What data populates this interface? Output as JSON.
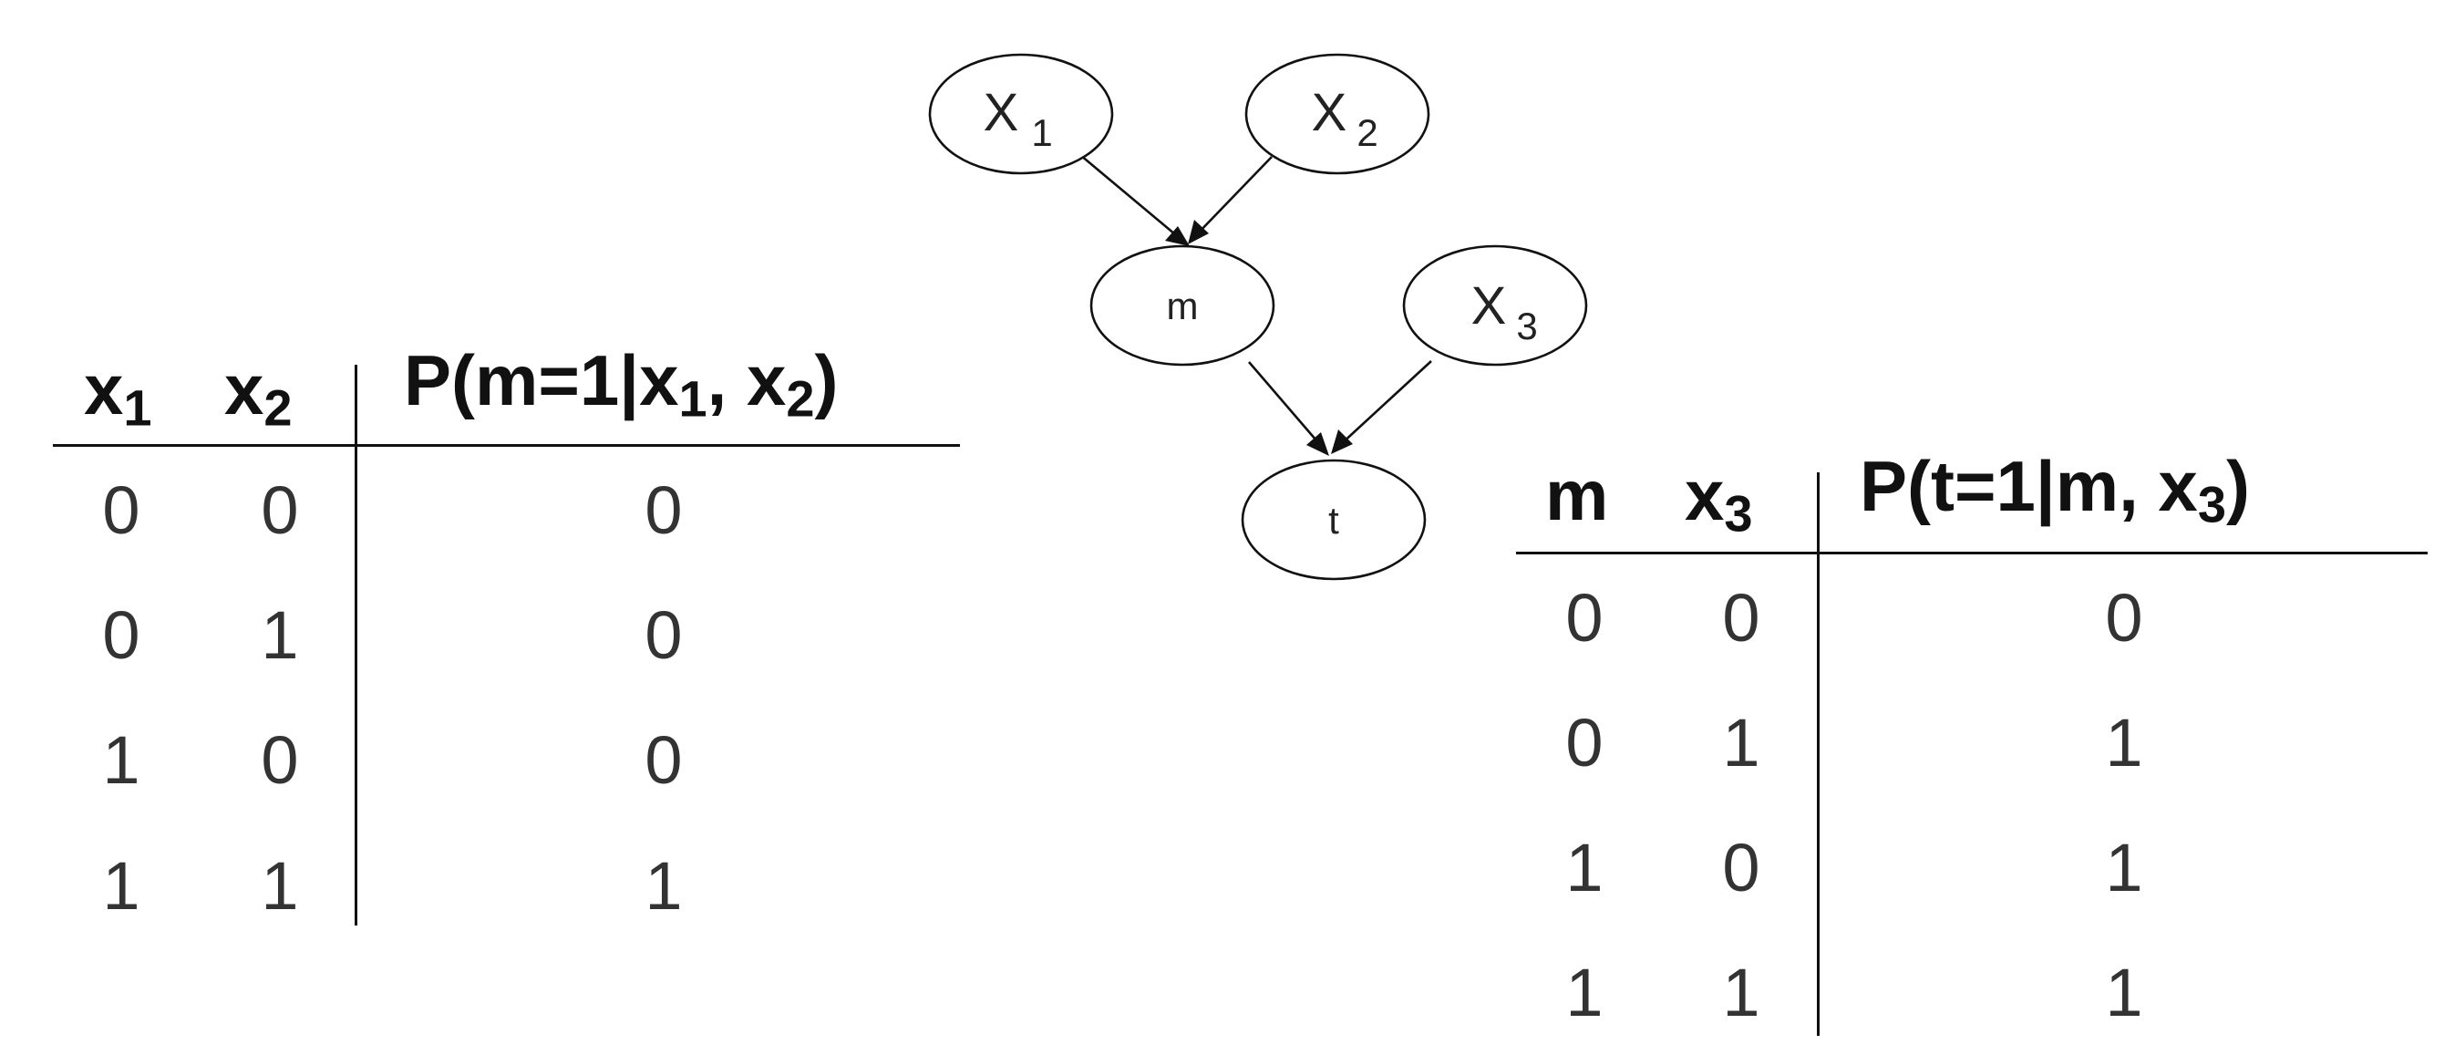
{
  "graph": {
    "nodes": [
      {
        "id": "x1",
        "label": "X",
        "sub": "1"
      },
      {
        "id": "x2",
        "label": "X",
        "sub": "2"
      },
      {
        "id": "m",
        "label": "m",
        "sub": ""
      },
      {
        "id": "x3",
        "label": "X",
        "sub": "3"
      },
      {
        "id": "t",
        "label": "t",
        "sub": ""
      }
    ],
    "edges": [
      {
        "from": "x1",
        "to": "m"
      },
      {
        "from": "x2",
        "to": "m"
      },
      {
        "from": "m",
        "to": "t"
      },
      {
        "from": "x3",
        "to": "t"
      }
    ]
  },
  "table_m": {
    "headers": [
      {
        "main": "x",
        "sub": "1",
        "tail": ""
      },
      {
        "main": "x",
        "sub": "2",
        "tail": ""
      },
      {
        "main": "P(m=1|x",
        "sub": "1",
        "mid": ", x",
        "sub2": "2",
        "tail": ")"
      }
    ],
    "rows": [
      [
        "0",
        "0",
        "0"
      ],
      [
        "0",
        "1",
        "0"
      ],
      [
        "1",
        "0",
        "0"
      ],
      [
        "1",
        "1",
        "1"
      ]
    ]
  },
  "table_t": {
    "headers": [
      {
        "main": "m",
        "sub": "",
        "tail": ""
      },
      {
        "main": "x",
        "sub": "3",
        "tail": ""
      },
      {
        "main": "P(t=1|m, x",
        "sub": "3",
        "tail": ")"
      }
    ],
    "rows": [
      [
        "0",
        "0",
        "0"
      ],
      [
        "0",
        "1",
        "1"
      ],
      [
        "1",
        "0",
        "1"
      ],
      [
        "1",
        "1",
        "1"
      ]
    ]
  }
}
